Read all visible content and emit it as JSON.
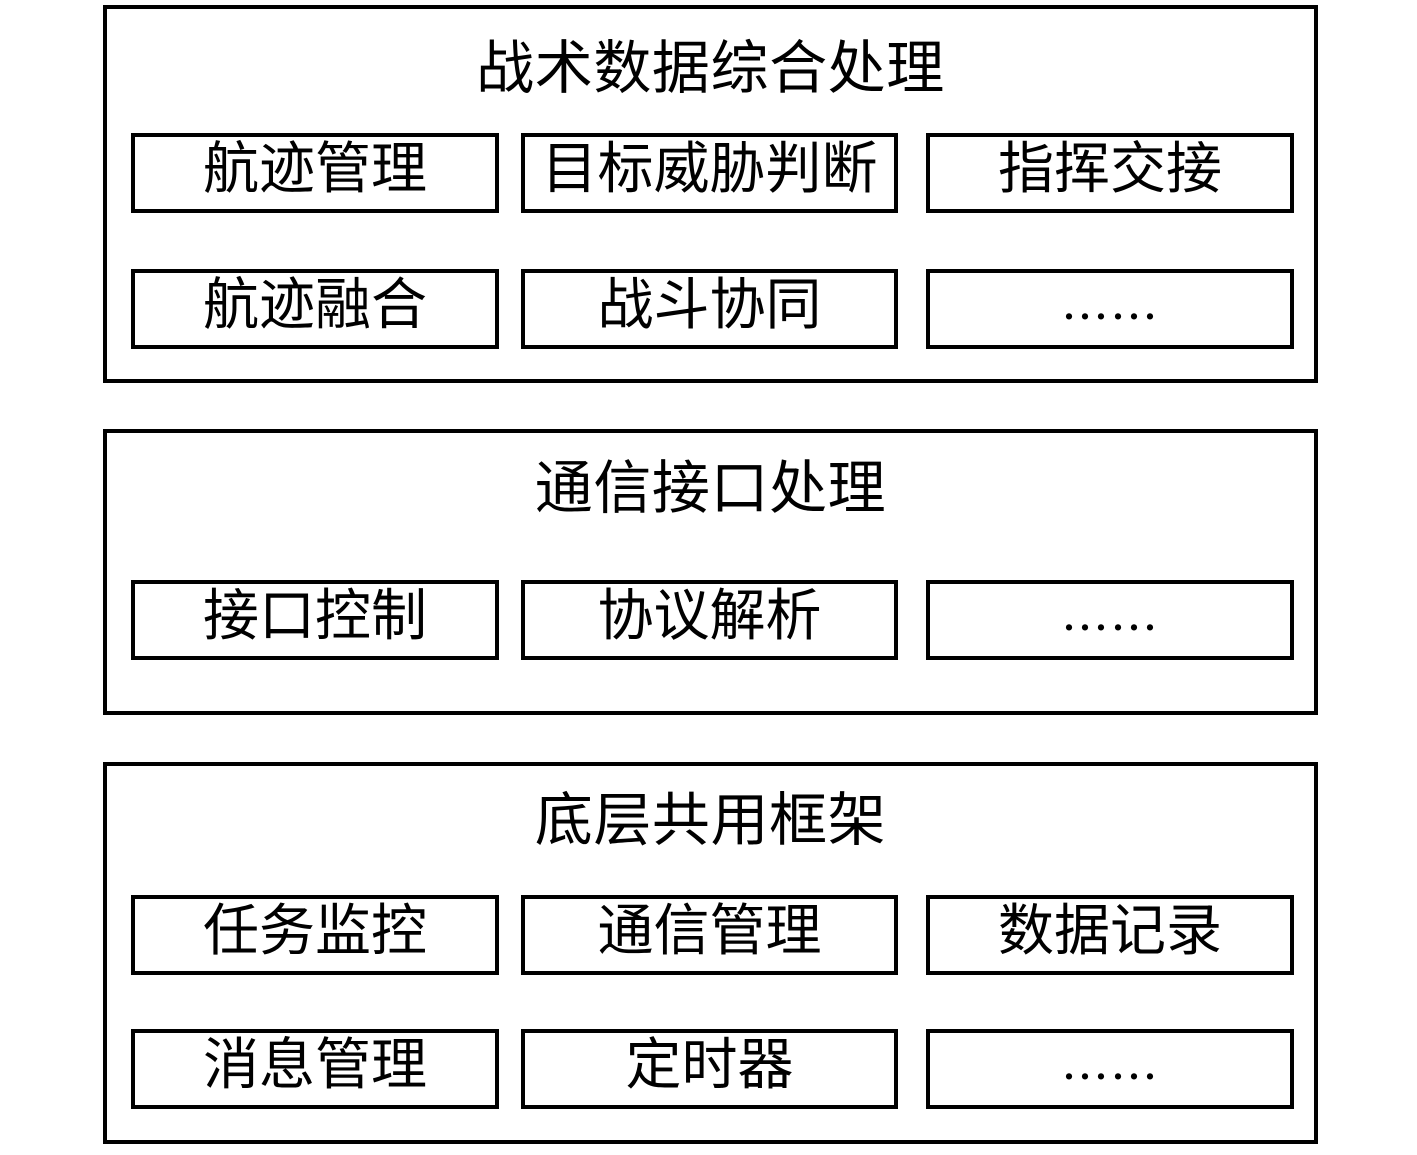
{
  "diagram": {
    "type": "layered-architecture",
    "background_color": "#ffffff",
    "line_color": "#000000",
    "layers": [
      {
        "title": "战术数据综合处理",
        "rows": [
          [
            "航迹管理",
            "目标威胁判断",
            "指挥交接"
          ],
          [
            "航迹融合",
            "战斗协同",
            "……"
          ]
        ]
      },
      {
        "title": "通信接口处理",
        "rows": [
          [
            "接口控制",
            "协议解析",
            "……"
          ]
        ]
      },
      {
        "title": "底层共用框架",
        "rows": [
          [
            "任务监控",
            "通信管理",
            "数据记录"
          ],
          [
            "消息管理",
            "定时器",
            "……"
          ]
        ]
      }
    ]
  }
}
